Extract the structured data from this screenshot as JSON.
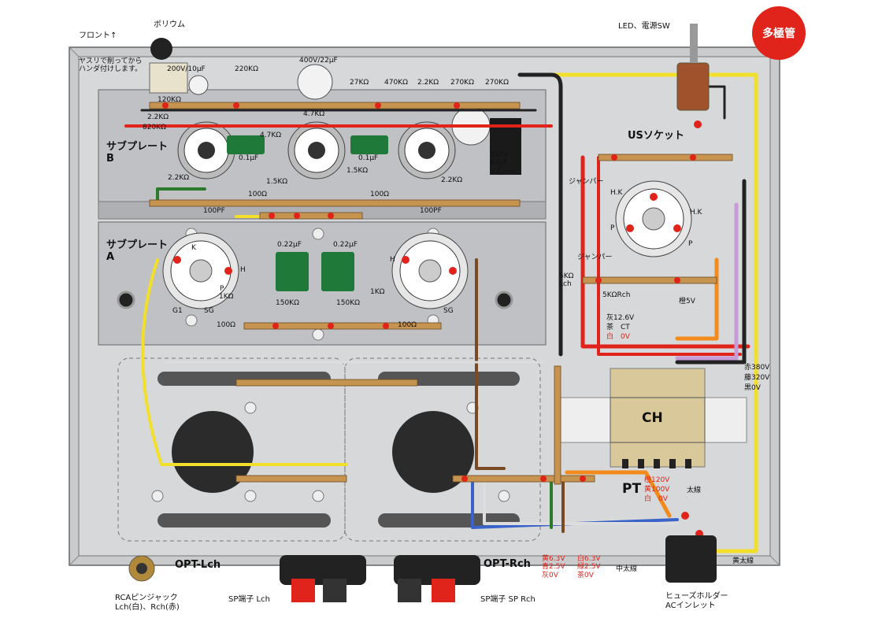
{
  "badge": "多極管",
  "top": {
    "front": "フロント↑",
    "volume": "ボリウム",
    "file_note": "ヤスリで削ってから\nハンダ付けします。",
    "led_sw": "LED、電源SW"
  },
  "resistors": {
    "r200v10uf": "200V/10μF",
    "r220k": "220KΩ",
    "r400v22uf": "400V/22μF",
    "r27k": "27KΩ",
    "r470k": "470KΩ",
    "r2_2k_top": "2.2KΩ",
    "r270k_a": "270KΩ",
    "r270k_b": "270KΩ",
    "r120k": "120KΩ",
    "r2_2k_left": "2.2KΩ",
    "r820k": "820KΩ",
    "r4_7k_a": "4.7KΩ",
    "r4_7k_b": "4.7KΩ",
    "r0_1uf_a": "0.1μF",
    "r0_1uf_b": "0.1μF",
    "r1_5k_a": "1.5KΩ",
    "r1_5k_b": "1.5KΩ",
    "r2_2k_b1": "2.2KΩ",
    "r2_2k_b2": "2.2KΩ",
    "r100_a": "100Ω",
    "r100_b": "100Ω",
    "r100pf_a": "100PF",
    "r100pf_b": "100PF",
    "r350v": "350V\n47μF\n×2",
    "c022_a": "0.22μF",
    "c022_b": "0.22μF",
    "r1k_a": "1KΩ",
    "r1k_b": "1KΩ",
    "r150k_a": "150KΩ",
    "r150k_b": "150KΩ",
    "r100_c": "100Ω",
    "r100_d": "100Ω"
  },
  "labels": {
    "subplate_b": "サブプレート\nB",
    "subplate_a": "サブプレート\nA",
    "us_socket": "USソケット",
    "jumper_a": "ジャンパー",
    "jumper_b": "ジャンパー",
    "hk_left": "H.K",
    "hk_right": "H.K",
    "p_left": "P",
    "p_right": "P",
    "k": "K",
    "h": "H",
    "p": "P",
    "g1": "G1",
    "sg": "SG",
    "h2": "H",
    "sg2": "SG",
    "r5k_lch": "5KΩ\nLch",
    "r5k_rch": "5KΩRch",
    "orange5v": "橙5V",
    "gray12_6v": "灰12.6V",
    "brown_ct": "茶　CT",
    "white0v": "白　0V",
    "red380": "赤380V",
    "purple320": "藤320V",
    "black0v": "黒0V",
    "ch": "CH",
    "pt": "PT",
    "pt_or120": "橙120V",
    "pt_ye100": "黄100V",
    "pt_wh0": "白　0V",
    "thick": "太線",
    "opt_lch": "OPT-Lch",
    "opt_rch": "OPT-Rch",
    "heater_l": "黄6.3V\n青2.5V\n灰0V",
    "heater_r": "白6.3V\n緑2.5V\n茶0V",
    "med_thick": "中太線",
    "yellow_thick": "黄太線",
    "rca": "RCAピンジャック\nLch(白)、Rch(赤)",
    "sp_l": "SP端子 Lch",
    "sp_r": "SP端子 SP Rch",
    "fuse": "ヒューズホルダー\nACインレット"
  },
  "colors": {
    "badge": "#e0241b",
    "chassis": "#d2d4d6",
    "subplate": "#b9bbbe",
    "wire_red": "#e0241b",
    "wire_black": "#222222",
    "wire_yellow": "#f2df2c",
    "wire_orange": "#f28a1c",
    "wire_purple": "#c79ad8",
    "wire_brown": "#7a4a22",
    "wire_green": "#2d7a2d",
    "wire_blue": "#3a63c9",
    "cap_green": "#1f7a3a",
    "transformer": "#d8c89a"
  }
}
